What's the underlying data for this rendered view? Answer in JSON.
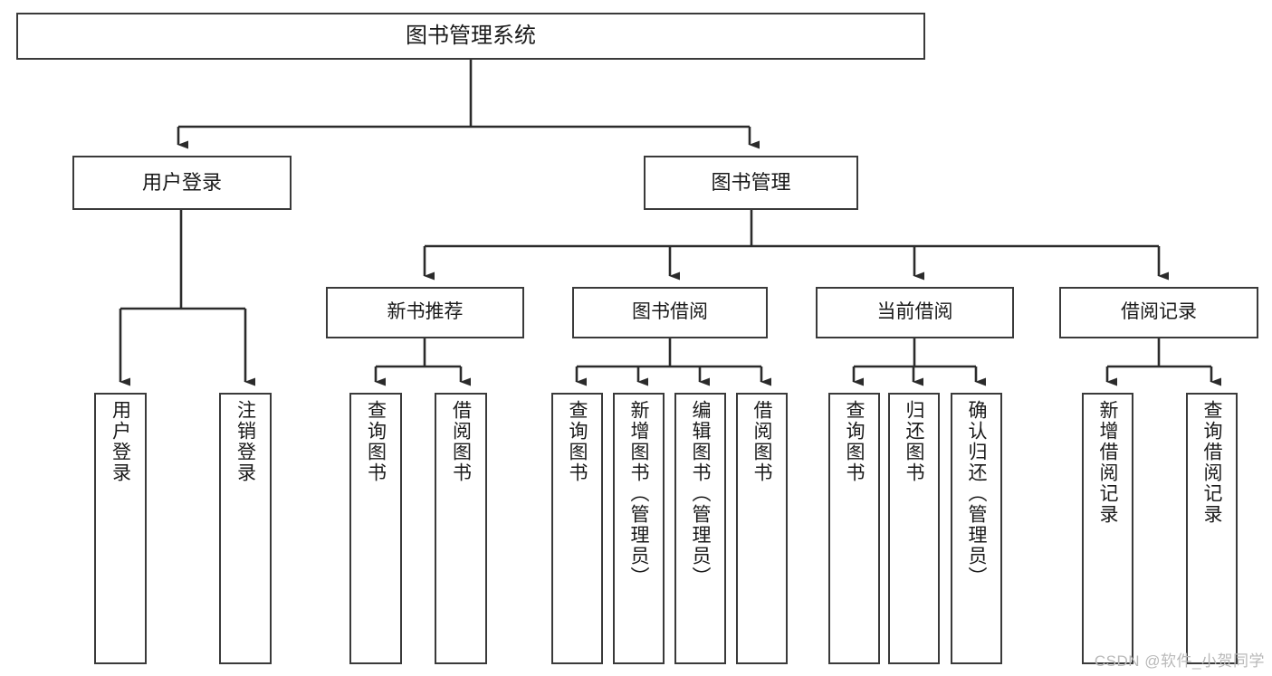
{
  "diagram": {
    "type": "tree",
    "title": "图书管理系统",
    "root": {
      "label": "图书管理系统"
    },
    "level1": [
      {
        "label": "用户登录"
      },
      {
        "label": "图书管理"
      }
    ],
    "level2": [
      {
        "label": "新书推荐"
      },
      {
        "label": "图书借阅"
      },
      {
        "label": "当前借阅"
      },
      {
        "label": "借阅记录"
      }
    ],
    "leaves": {
      "user_login": [
        {
          "label": "用户登录"
        },
        {
          "label": "注销登录"
        }
      ],
      "new_book_recommend": [
        {
          "label": "查询图书"
        },
        {
          "label": "借阅图书"
        }
      ],
      "book_borrow": [
        {
          "label": "查询图书"
        },
        {
          "label": "新增图书（管理员）"
        },
        {
          "label": "编辑图书（管理员）"
        },
        {
          "label": "借阅图书"
        }
      ],
      "current_borrow": [
        {
          "label": "查询图书"
        },
        {
          "label": "归还图书"
        },
        {
          "label": "确认归还（管理员）"
        }
      ],
      "borrow_record": [
        {
          "label": "新增借阅记录"
        },
        {
          "label": "查询借阅记录"
        }
      ]
    }
  },
  "watermark": {
    "text": "CSDN @软件_小贺同学"
  },
  "colors": {
    "box_border": "#3a3a3a",
    "connector": "#2b2b2b",
    "text": "#1a1a1a",
    "background": "#ffffff",
    "watermark": "#b9b9b9"
  }
}
